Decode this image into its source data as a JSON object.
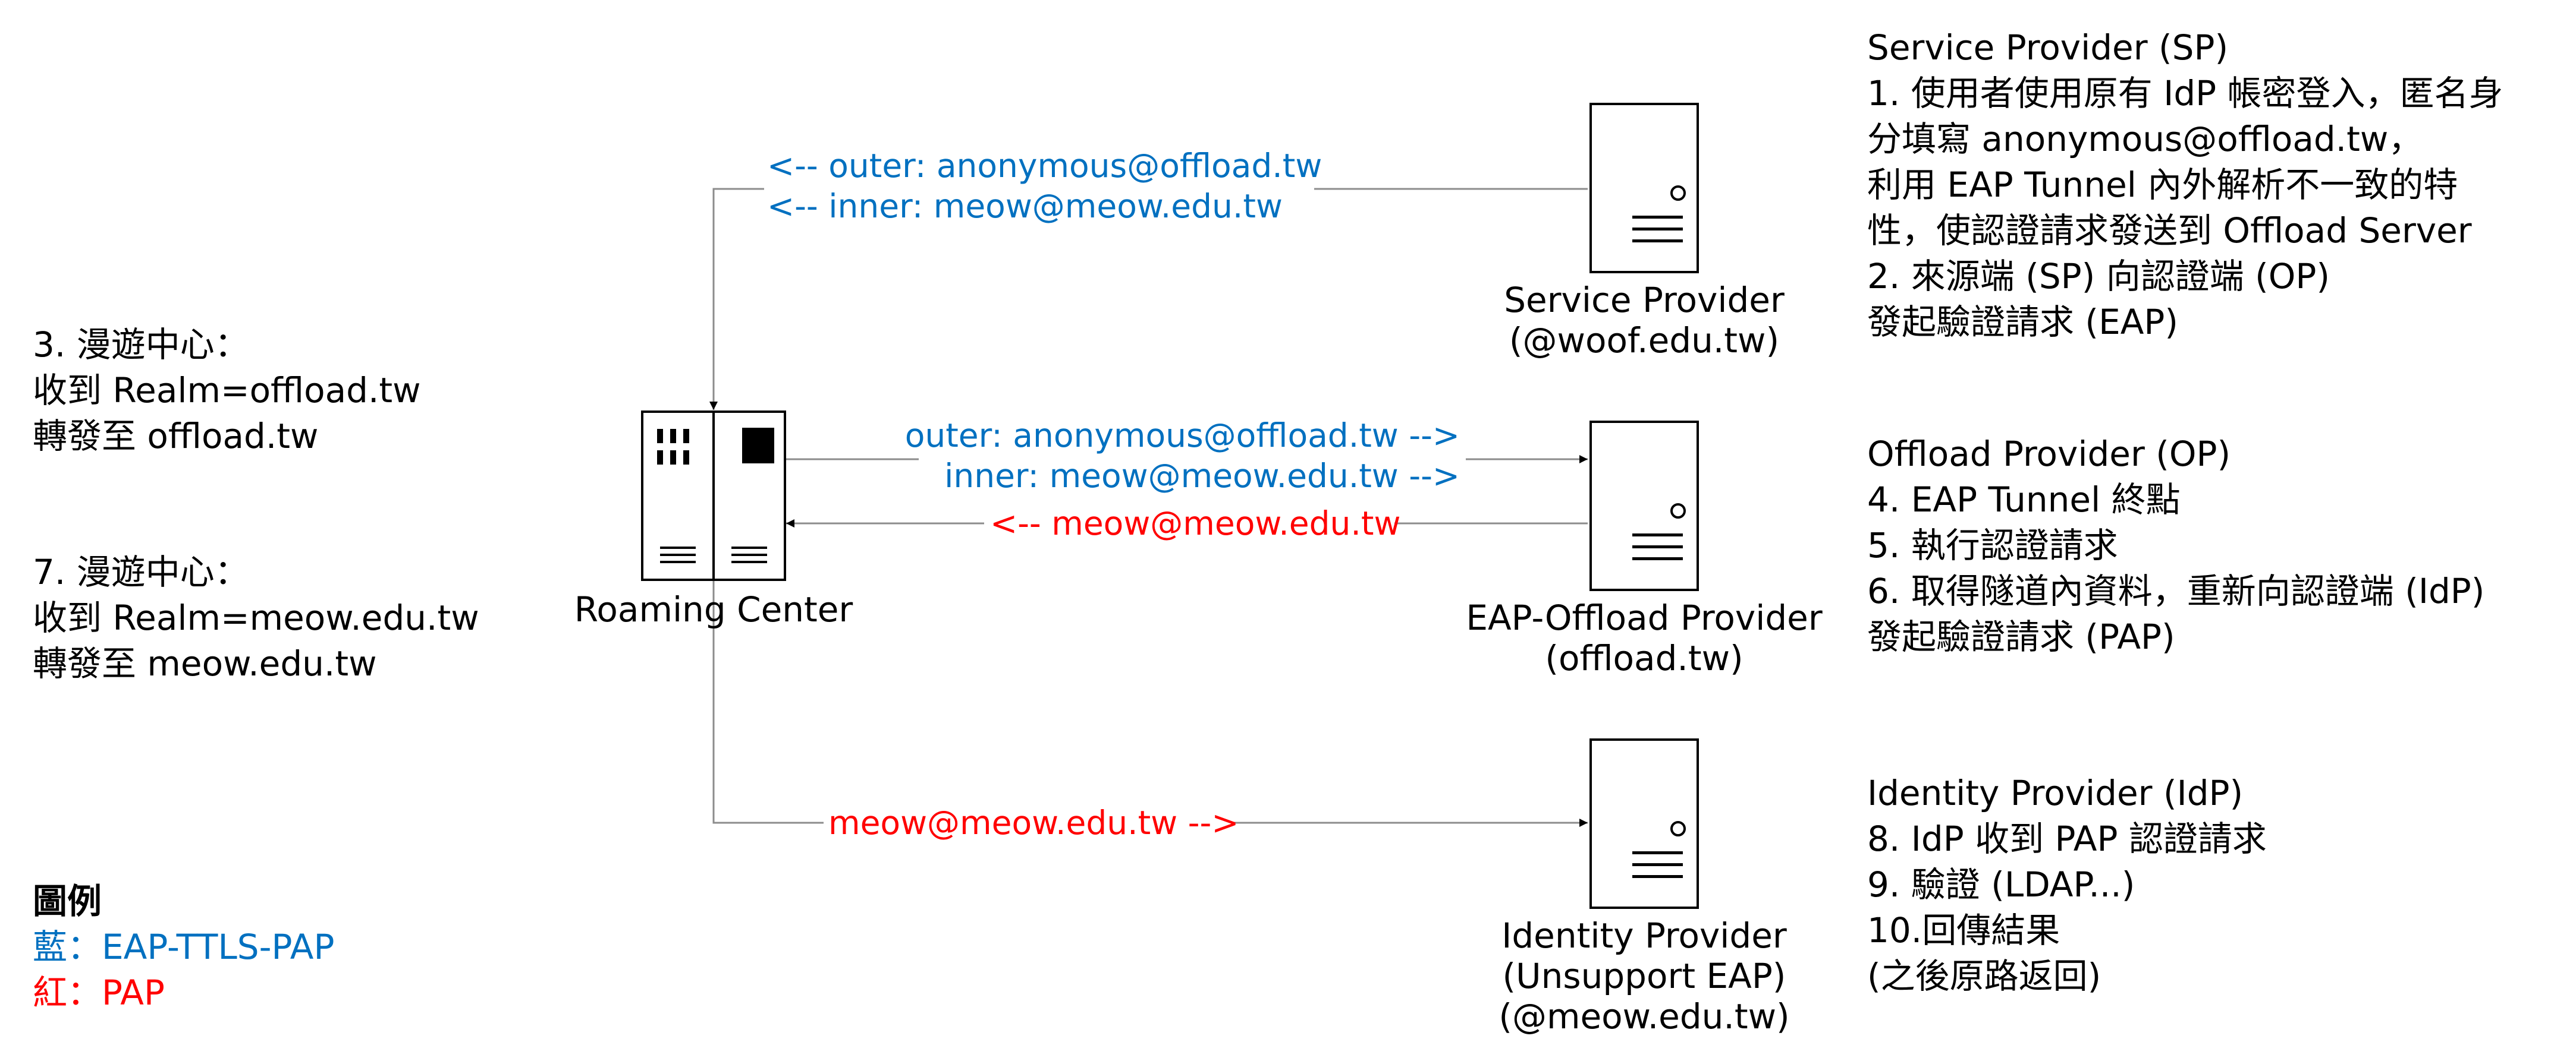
{
  "sp_notes": {
    "title": "Service Provider (SP)",
    "line1": "1. 使用者使用原有 IdP 帳密登入，匿名身",
    "line2": "分填寫 anonymous@offload.tw，",
    "line3": "利用 EAP Tunnel 內外解析不一致的特",
    "line4": "性，使認證請求發送到 Offload Server",
    "line5": "2. 來源端 (SP) 向認證端 (OP)",
    "line6": "發起驗證請求 (EAP)"
  },
  "op_notes": {
    "title": "Offload Provider (OP)",
    "line1": "4. EAP Tunnel 終點",
    "line2": "5. 執行認證請求",
    "line3": "6. 取得隧道內資料，重新向認證端 (IdP)",
    "line4": "發起驗證請求 (PAP)"
  },
  "idp_notes": {
    "title": "Identity Provider (IdP)",
    "line1": "8. IdP 收到 PAP 認證請求",
    "line2": "9. 驗證 (LDAP...)",
    "line3": "10.回傳結果",
    "line4": "(之後原路返回)"
  },
  "roaming_note_1": {
    "line1": "3. 漫遊中心：",
    "line2": "收到 Realm=offload.tw",
    "line3": "轉發至 offload.tw"
  },
  "roaming_note_2": {
    "line1": "7. 漫遊中心：",
    "line2": "收到 Realm=meow.edu.tw",
    "line3": "轉發至 meow.edu.tw"
  },
  "legend": {
    "title": "圖例",
    "blue_label": "藍：",
    "blue_value": "EAP-TTLS-PAP",
    "red_label": "紅：",
    "red_value": "PAP"
  },
  "nodes": {
    "roaming_center": "Roaming Center",
    "service_provider": {
      "line1": "Service Provider",
      "line2": "(@woof.edu.tw)"
    },
    "offload_provider": {
      "line1": "EAP-Offload Provider",
      "line2": "(offload.tw)"
    },
    "identity_provider": {
      "line1": "Identity Provider",
      "line2": "(Unsupport EAP)",
      "line3": "(@meow.edu.tw)"
    }
  },
  "messages": {
    "sp_to_rc_outer": "<-- outer: anonymous@offload.tw",
    "sp_to_rc_inner": "<-- inner: meow@meow.edu.tw",
    "rc_to_op_outer": "outer: anonymous@offload.tw -->",
    "rc_to_op_inner": "inner: meow@meow.edu.tw -->",
    "op_to_rc": "<-- meow@meow.edu.tw",
    "rc_to_idp": "meow@meow.edu.tw -->"
  },
  "colors": {
    "eap_ttls_pap": "#0070c0",
    "pap": "#ff0000",
    "connector": "#8c8c8c"
  }
}
